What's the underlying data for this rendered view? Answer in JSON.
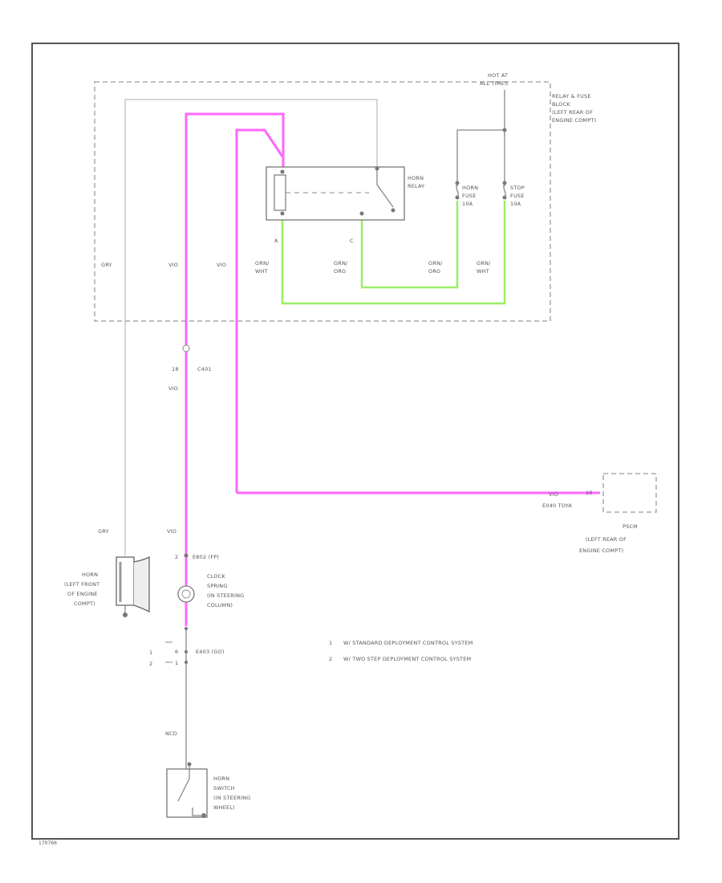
{
  "diagram": {
    "hot_at": [
      "HOT AT",
      "ALL TIMES"
    ],
    "relay_fuse_block": [
      "RELAY & FUSE",
      "BLOCK",
      "(LEFT REAR OF",
      "ENGINE COMPT)"
    ],
    "horn_relay": [
      "HORN",
      "RELAY"
    ],
    "horn_fuse": [
      "HORN",
      "FUSE",
      "10A"
    ],
    "stop_fuse": [
      "STOP",
      "FUSE",
      "10A"
    ],
    "pin_a": "A",
    "pin_c": "C",
    "wire_gry": "GRY",
    "wire_vio": "VIO",
    "wire_grn_wht": [
      "GRN/",
      "WHT"
    ],
    "wire_grn_org": [
      "GRN/",
      "ORG"
    ],
    "connector_c401_pin": "18",
    "connector_c401": "C401",
    "pcm_pin": "10",
    "pcm_conn": "E040 TOYA",
    "pcm": [
      "PSCM",
      "(LEFT REAR OF",
      "ENGINE COMPT)"
    ],
    "horn": [
      "HORN",
      "(LEFT FRONT",
      "OF ENGINE",
      "COMPT)"
    ],
    "clock_spring_pin": "2",
    "clock_spring_conn": "E802 (FP)",
    "clock_spring": [
      "CLOCK",
      "SPRING",
      "(IN STEERING",
      "COLUMN)"
    ],
    "sw_pin_1": "6",
    "sw_conn_1": "E403 (GO)",
    "sw_pin_2": "1",
    "sw_note_1": "1",
    "sw_note_2": "2",
    "wire_ncd": "NCD",
    "horn_switch": [
      "HORN",
      "SWITCH",
      "(IN STEERING",
      "WHEEL)"
    ],
    "legend": [
      {
        "num": "1",
        "text": "W/ STANDARD DEPLOYMENT CONTROL SYSTEM"
      },
      {
        "num": "2",
        "text": "W/ TWO STEP DEPLOYMENT CONTROL SYSTEM"
      }
    ],
    "figure_id": "170766"
  }
}
